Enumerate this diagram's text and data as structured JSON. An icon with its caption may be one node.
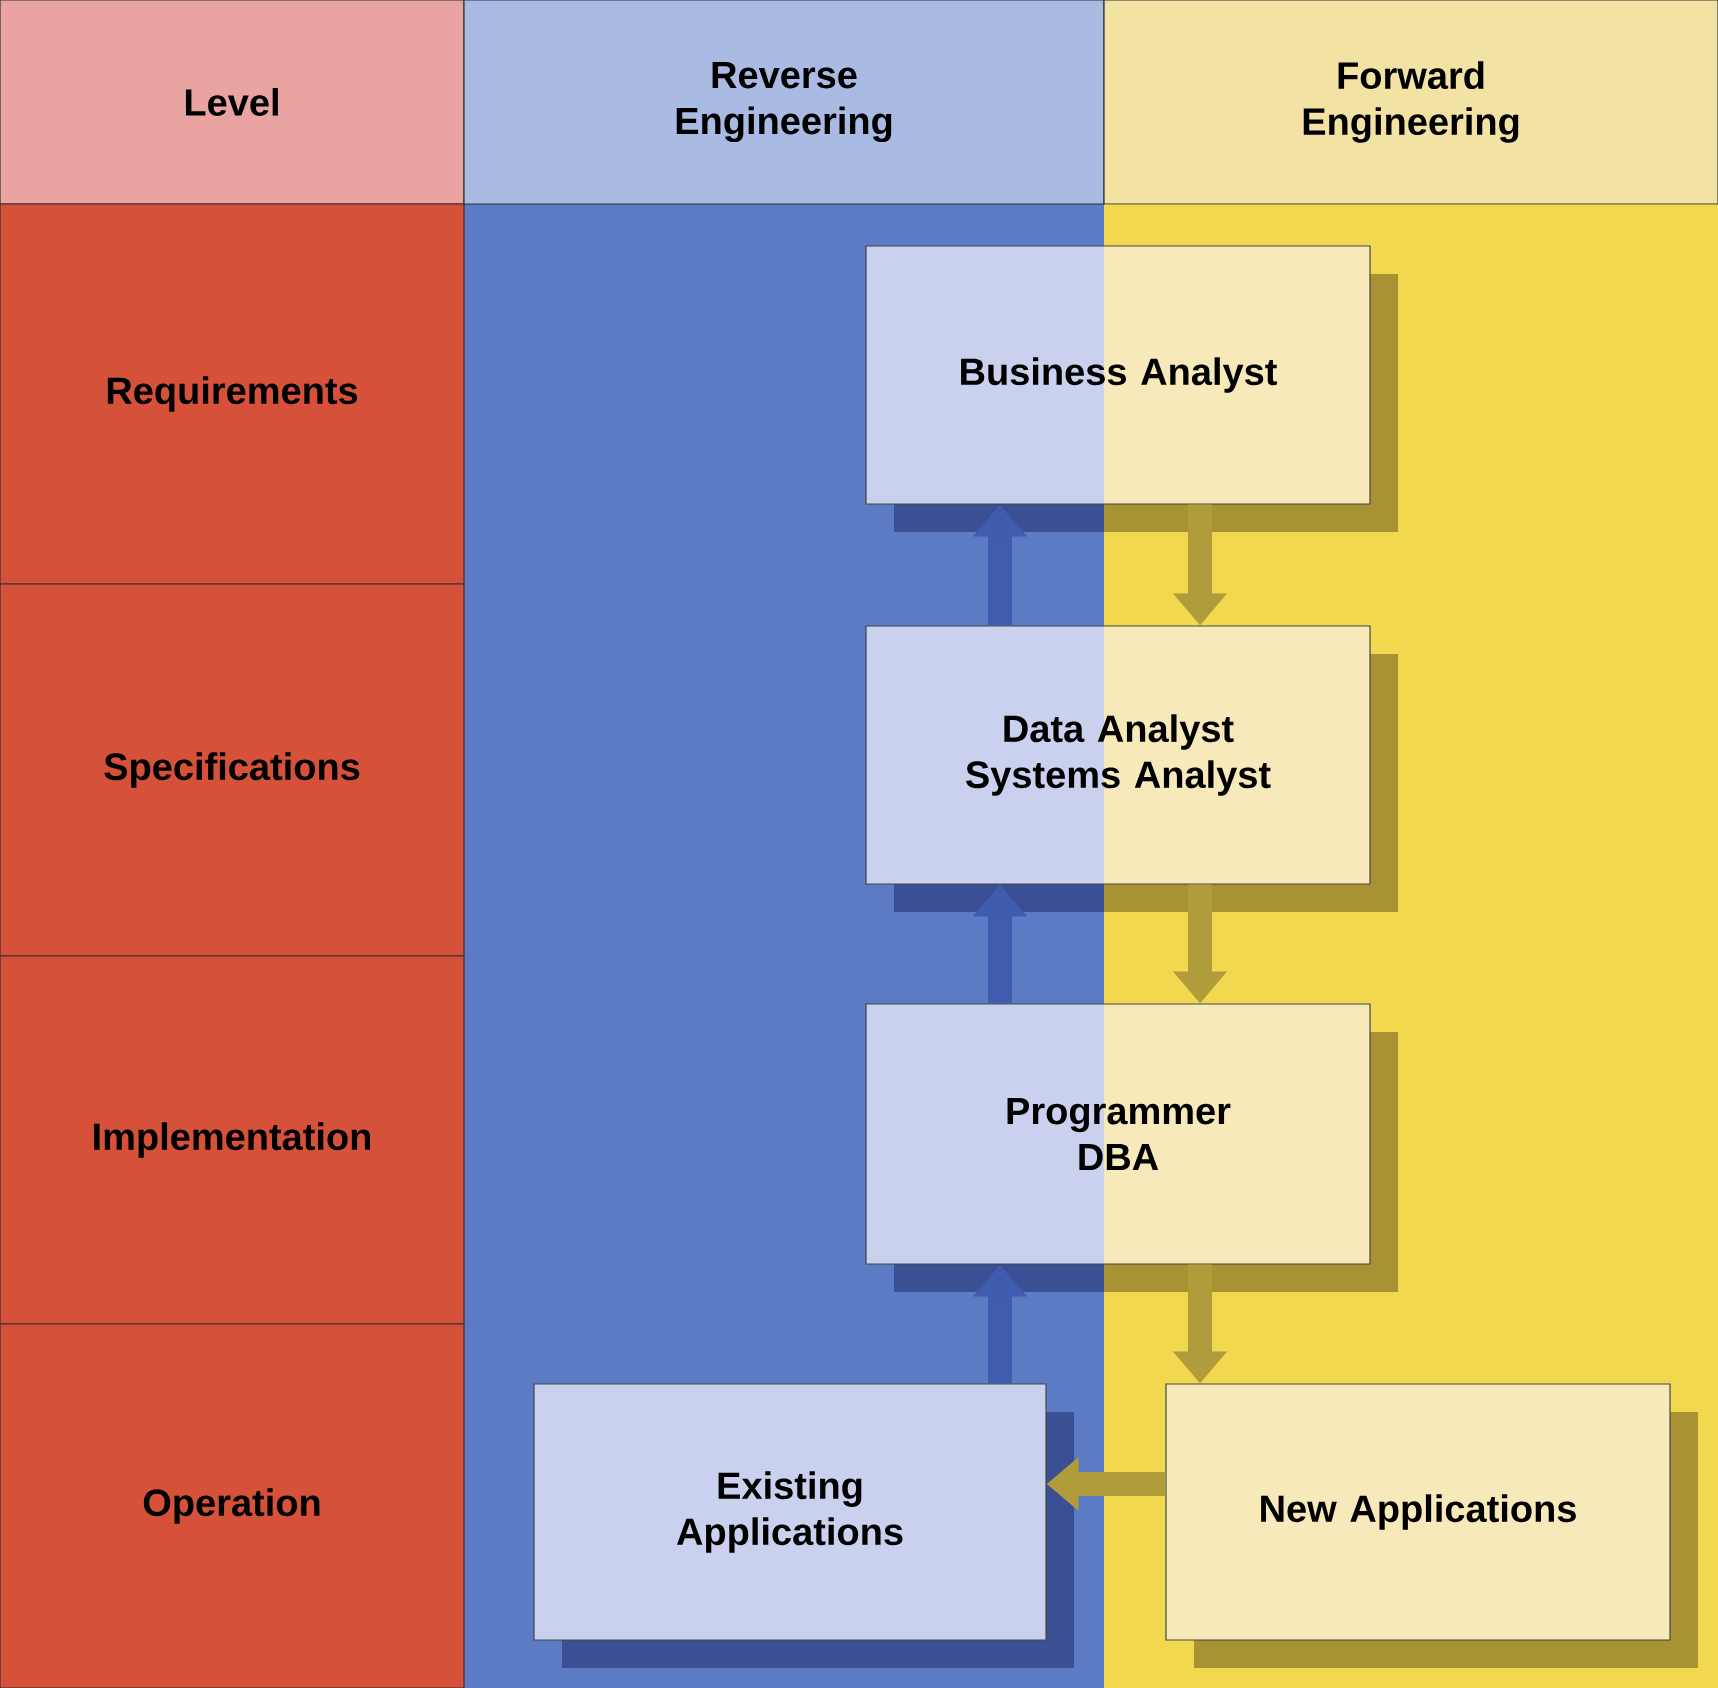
{
  "diagram": {
    "nodes": [
      {
        "text": [
          "Level"
        ]
      },
      {
        "text": [
          "Reverse Engineering"
        ]
      },
      {
        "text": [
          "Forward Engineering"
        ]
      },
      {
        "text": [
          "Requirements"
        ]
      },
      {
        "text": [
          "Specifications"
        ]
      },
      {
        "text": [
          "Implementation"
        ]
      },
      {
        "text": [
          "Operation"
        ]
      },
      {
        "text": [
          "Business Analyst"
        ]
      },
      {
        "text": [
          "Data Analyst",
          "Systems Analyst"
        ]
      },
      {
        "text": [
          "Programmer",
          "DBA"
        ]
      },
      {
        "text": [
          "Existing Applications"
        ]
      },
      {
        "text": [
          "New Applications"
        ]
      }
    ],
    "edges": [
      {
        "from": 10,
        "to": 9,
        "arrow": "to",
        "color": "#3f5cae"
      },
      {
        "from": 9,
        "to": 8,
        "arrow": "to",
        "color": "#3f5cae"
      },
      {
        "from": 8,
        "to": 7,
        "arrow": "to",
        "color": "#3f5cae"
      },
      {
        "from": 7,
        "to": 8,
        "arrow": "to"
      },
      {
        "from": 8,
        "to": 9,
        "arrow": "to"
      },
      {
        "from": 9,
        "to": 11,
        "arrow": "to"
      },
      {
        "from": 11,
        "to": 10,
        "arrow": "to"
      }
    ]
  }
}
